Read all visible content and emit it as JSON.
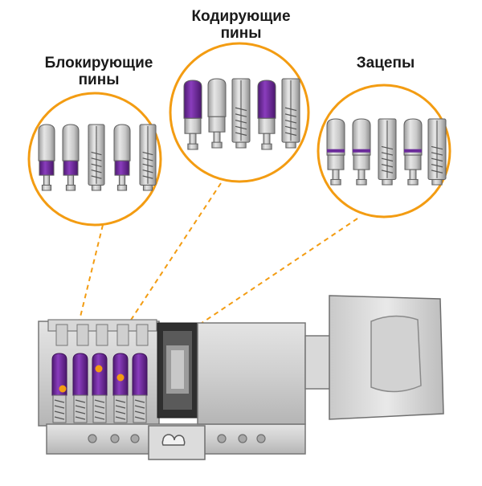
{
  "labels": {
    "blocking_line1": "Блокирующие",
    "blocking_line2": "пины",
    "coding_line1": "Кодирующие",
    "coding_line2": "пины",
    "hooks": "Зацепы"
  },
  "colors": {
    "ring": "#f39c12",
    "leader": "#f39c12",
    "pin_purple": "#7b2fa8",
    "metal_light": "#dcdcdc",
    "metal_mid": "#b9b9b9",
    "metal_dark": "#8a8a8a",
    "outline": "#6b6b6b"
  }
}
